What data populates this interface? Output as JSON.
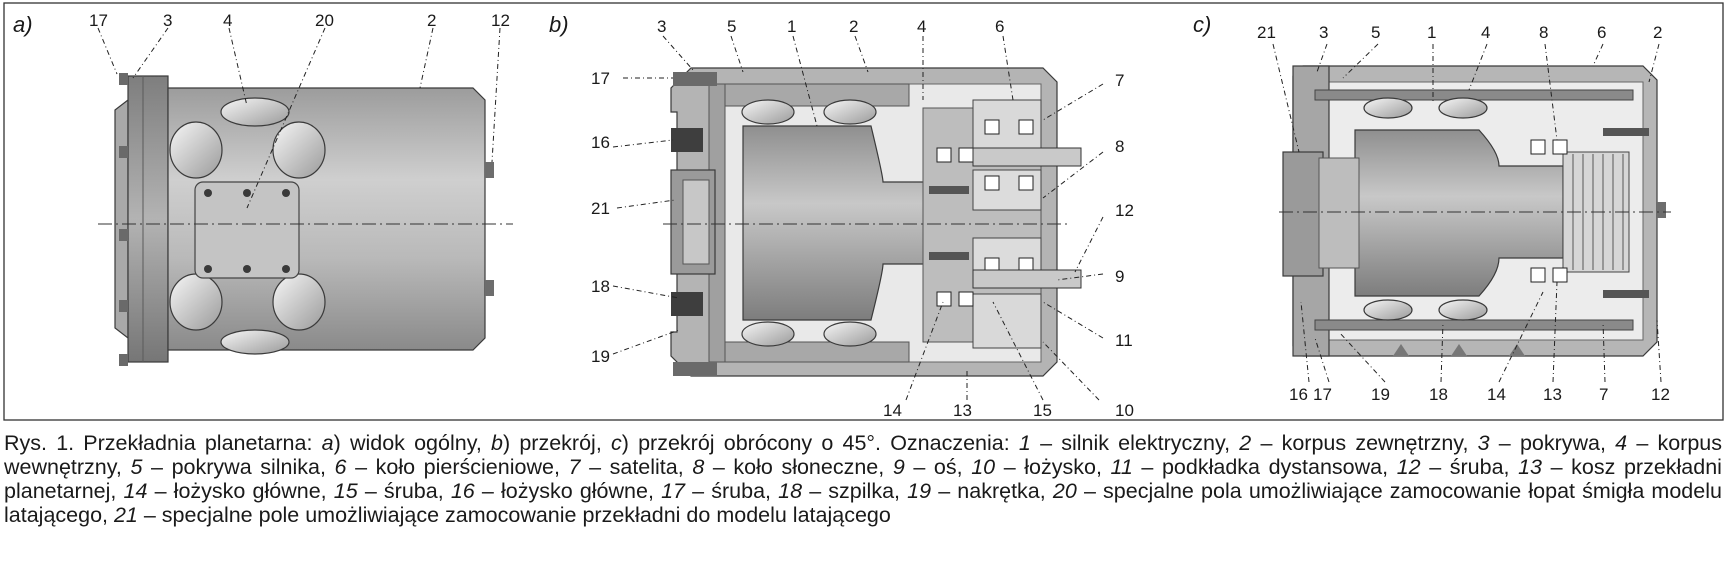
{
  "panels": [
    {
      "id": "a",
      "label": "a)",
      "callouts": [
        "17",
        "3",
        "4",
        "20",
        "2",
        "12"
      ]
    },
    {
      "id": "b",
      "label": "b)",
      "callouts": [
        "3",
        "5",
        "1",
        "2",
        "4",
        "6",
        "7",
        "17",
        "16",
        "8",
        "21",
        "12",
        "18",
        "9",
        "19",
        "11",
        "14",
        "13",
        "15",
        "10"
      ]
    },
    {
      "id": "c",
      "label": "c)",
      "callouts": [
        "21",
        "3",
        "5",
        "1",
        "4",
        "8",
        "6",
        "2",
        "16",
        "17",
        "19",
        "18",
        "14",
        "13",
        "7",
        "12"
      ]
    }
  ],
  "caption": [
    {
      "t": "Rys. 1. Przekładnia planetarna: "
    },
    {
      "t": "a",
      "i": true
    },
    {
      "t": ") widok ogólny, "
    },
    {
      "t": "b",
      "i": true
    },
    {
      "t": ") przekrój, "
    },
    {
      "t": "c",
      "i": true
    },
    {
      "t": ") przekrój obrócony o 45°. Oznaczenia: "
    },
    {
      "t": "1",
      "i": true
    },
    {
      "t": " – silnik elektryczny, "
    },
    {
      "t": "2",
      "i": true
    },
    {
      "t": " – korpus zewnętrzny, "
    },
    {
      "t": "3",
      "i": true
    },
    {
      "t": " – pokrywa, "
    },
    {
      "t": "4",
      "i": true
    },
    {
      "t": " – korpus wewnętrzny, "
    },
    {
      "t": "5",
      "i": true
    },
    {
      "t": " – pokrywa silnika, "
    },
    {
      "t": "6",
      "i": true
    },
    {
      "t": " – koło pierścieniowe, "
    },
    {
      "t": "7",
      "i": true
    },
    {
      "t": " – satelita, "
    },
    {
      "t": "8",
      "i": true
    },
    {
      "t": " – koło słoneczne, "
    },
    {
      "t": "9",
      "i": true
    },
    {
      "t": " – oś, "
    },
    {
      "t": "10",
      "i": true
    },
    {
      "t": " – łożysko, "
    },
    {
      "t": "11",
      "i": true
    },
    {
      "t": " – podkładka dystansowa, "
    },
    {
      "t": "12",
      "i": true
    },
    {
      "t": " – śruba, "
    },
    {
      "t": "13",
      "i": true
    },
    {
      "t": " – kosz przekładni planetarnej, "
    },
    {
      "t": "14",
      "i": true
    },
    {
      "t": " – łożysko główne, "
    },
    {
      "t": "15",
      "i": true
    },
    {
      "t": " – śruba, "
    },
    {
      "t": "16",
      "i": true
    },
    {
      "t": " – łożysko główne, "
    },
    {
      "t": "17",
      "i": true
    },
    {
      "t": " – śruba, "
    },
    {
      "t": "18",
      "i": true
    },
    {
      "t": " – szpilka, "
    },
    {
      "t": "19",
      "i": true
    },
    {
      "t": " – na­krętka, "
    },
    {
      "t": "20",
      "i": true
    },
    {
      "t": " – specjalne pola umożliwiające zamocowanie łopat śmigła modelu latającego, "
    },
    {
      "t": "21",
      "i": true
    },
    {
      "t": " – specjalne pole umożliwiające zamocowanie przekładni do modelu latającego"
    }
  ]
}
